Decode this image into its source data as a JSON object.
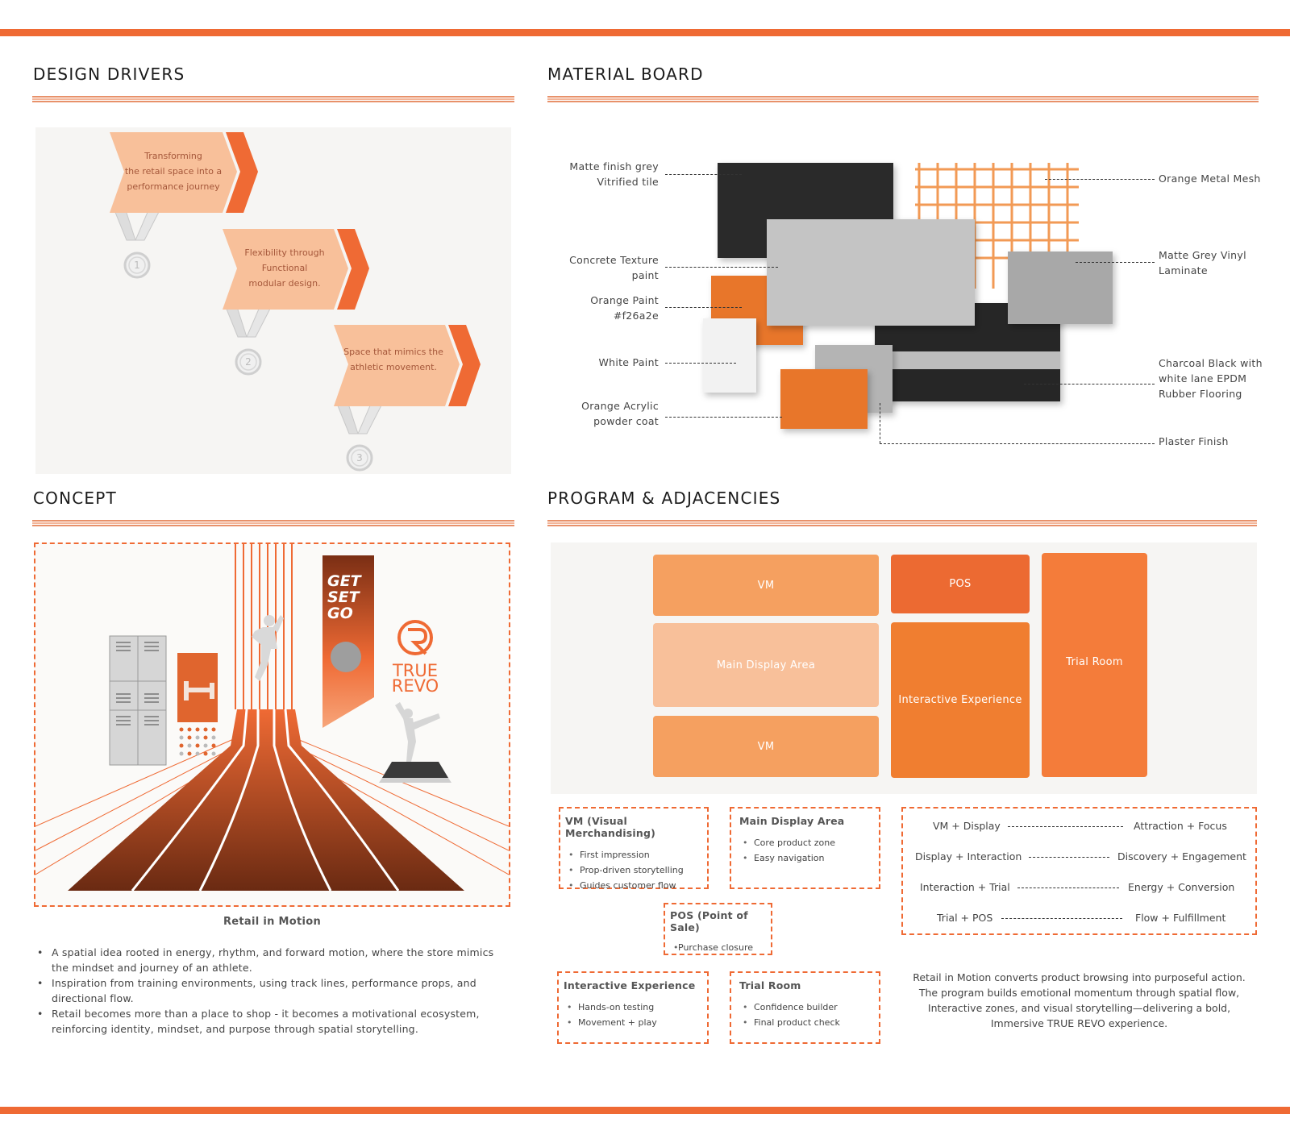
{
  "sections": {
    "design_drivers": "DESIGN DRIVERS",
    "material_board": "MATERIAL BOARD",
    "concept": "CONCEPT",
    "program": "PROGRAM & ADJACENCIES"
  },
  "drivers": [
    {
      "line1": "Transforming",
      "line2": "the retail space into a",
      "line3": "performance journey",
      "num": "1"
    },
    {
      "line1": "Flexibility through",
      "line2": "Functional",
      "line3": "modular design.",
      "num": "2"
    },
    {
      "line1": "Space that mimics the",
      "line2": "athletic movement.",
      "line3": "",
      "num": "3"
    }
  ],
  "materials": {
    "tile": [
      "Matte finish grey",
      "Vitrified tile"
    ],
    "concrete": [
      "Concrete Texture",
      "paint"
    ],
    "orange_paint": [
      "Orange Paint",
      "#f26a2e"
    ],
    "white_paint": [
      "White Paint"
    ],
    "acrylic": [
      "Orange Acrylic",
      "powder coat"
    ],
    "mesh": [
      "Orange Metal Mesh"
    ],
    "vinyl": [
      "Matte Grey Vinyl",
      "Laminate"
    ],
    "epdm": [
      "Charcoal Black with",
      "white lane EPDM",
      "Rubber Flooring"
    ],
    "plaster": [
      "Plaster Finish"
    ]
  },
  "colors": {
    "accent": "#ef6a34",
    "orange_paint": "#f26a2e",
    "light_orange": "#f8c09a",
    "mid_orange": "#f5a060"
  },
  "concept": {
    "banner": [
      "GET",
      "SET",
      "GO"
    ],
    "logo_line1": "TRUE",
    "logo_line2": "REVO",
    "caption": "Retail in Motion",
    "bullets": [
      "A spatial idea rooted in energy, rhythm, and forward motion, where the store mimics the mindset and journey of an athlete.",
      "Inspiration from training environments, using track lines, performance props, and directional flow.",
      "Retail becomes more than a place to shop - it becomes a motivational ecosystem, reinforcing identity, mindset, and purpose through spatial storytelling."
    ]
  },
  "program": {
    "blocks": {
      "vm_top": "VM",
      "main_display": "Main Display Area",
      "vm_bottom": "VM",
      "pos": "POS",
      "interactive": "Interactive Experience",
      "trial": "Trial Room"
    },
    "boxes": {
      "vm": {
        "title": "VM (Visual Merchandising)",
        "items": [
          "First impression",
          "Prop-driven storytelling",
          "Guides customer flow"
        ]
      },
      "main": {
        "title": "Main Display Area",
        "items": [
          "Core product zone",
          "Easy navigation"
        ]
      },
      "pos": {
        "title": "POS (Point of Sale)",
        "items": [
          "Purchase closure"
        ]
      },
      "interactive": {
        "title": "Interactive Experience",
        "items": [
          "Hands-on testing",
          "Movement + play"
        ]
      },
      "trial": {
        "title": "Trial Room",
        "items": [
          "Confidence builder",
          "Final product check"
        ]
      }
    },
    "relations": [
      {
        "from": "VM + Display",
        "to": "Attraction + Focus"
      },
      {
        "from": "Display + Interaction",
        "to": "Discovery + Engagement"
      },
      {
        "from": "Interaction + Trial",
        "to": "Energy + Conversion"
      },
      {
        "from": "Trial + POS",
        "to": "Flow + Fulfillment"
      }
    ],
    "summary": [
      "Retail in Motion converts product browsing into purposeful action.",
      "The program builds emotional momentum through spatial flow,",
      "Interactive zones, and visual storytelling—delivering a bold,",
      "Immersive TRUE REVO experience."
    ]
  }
}
